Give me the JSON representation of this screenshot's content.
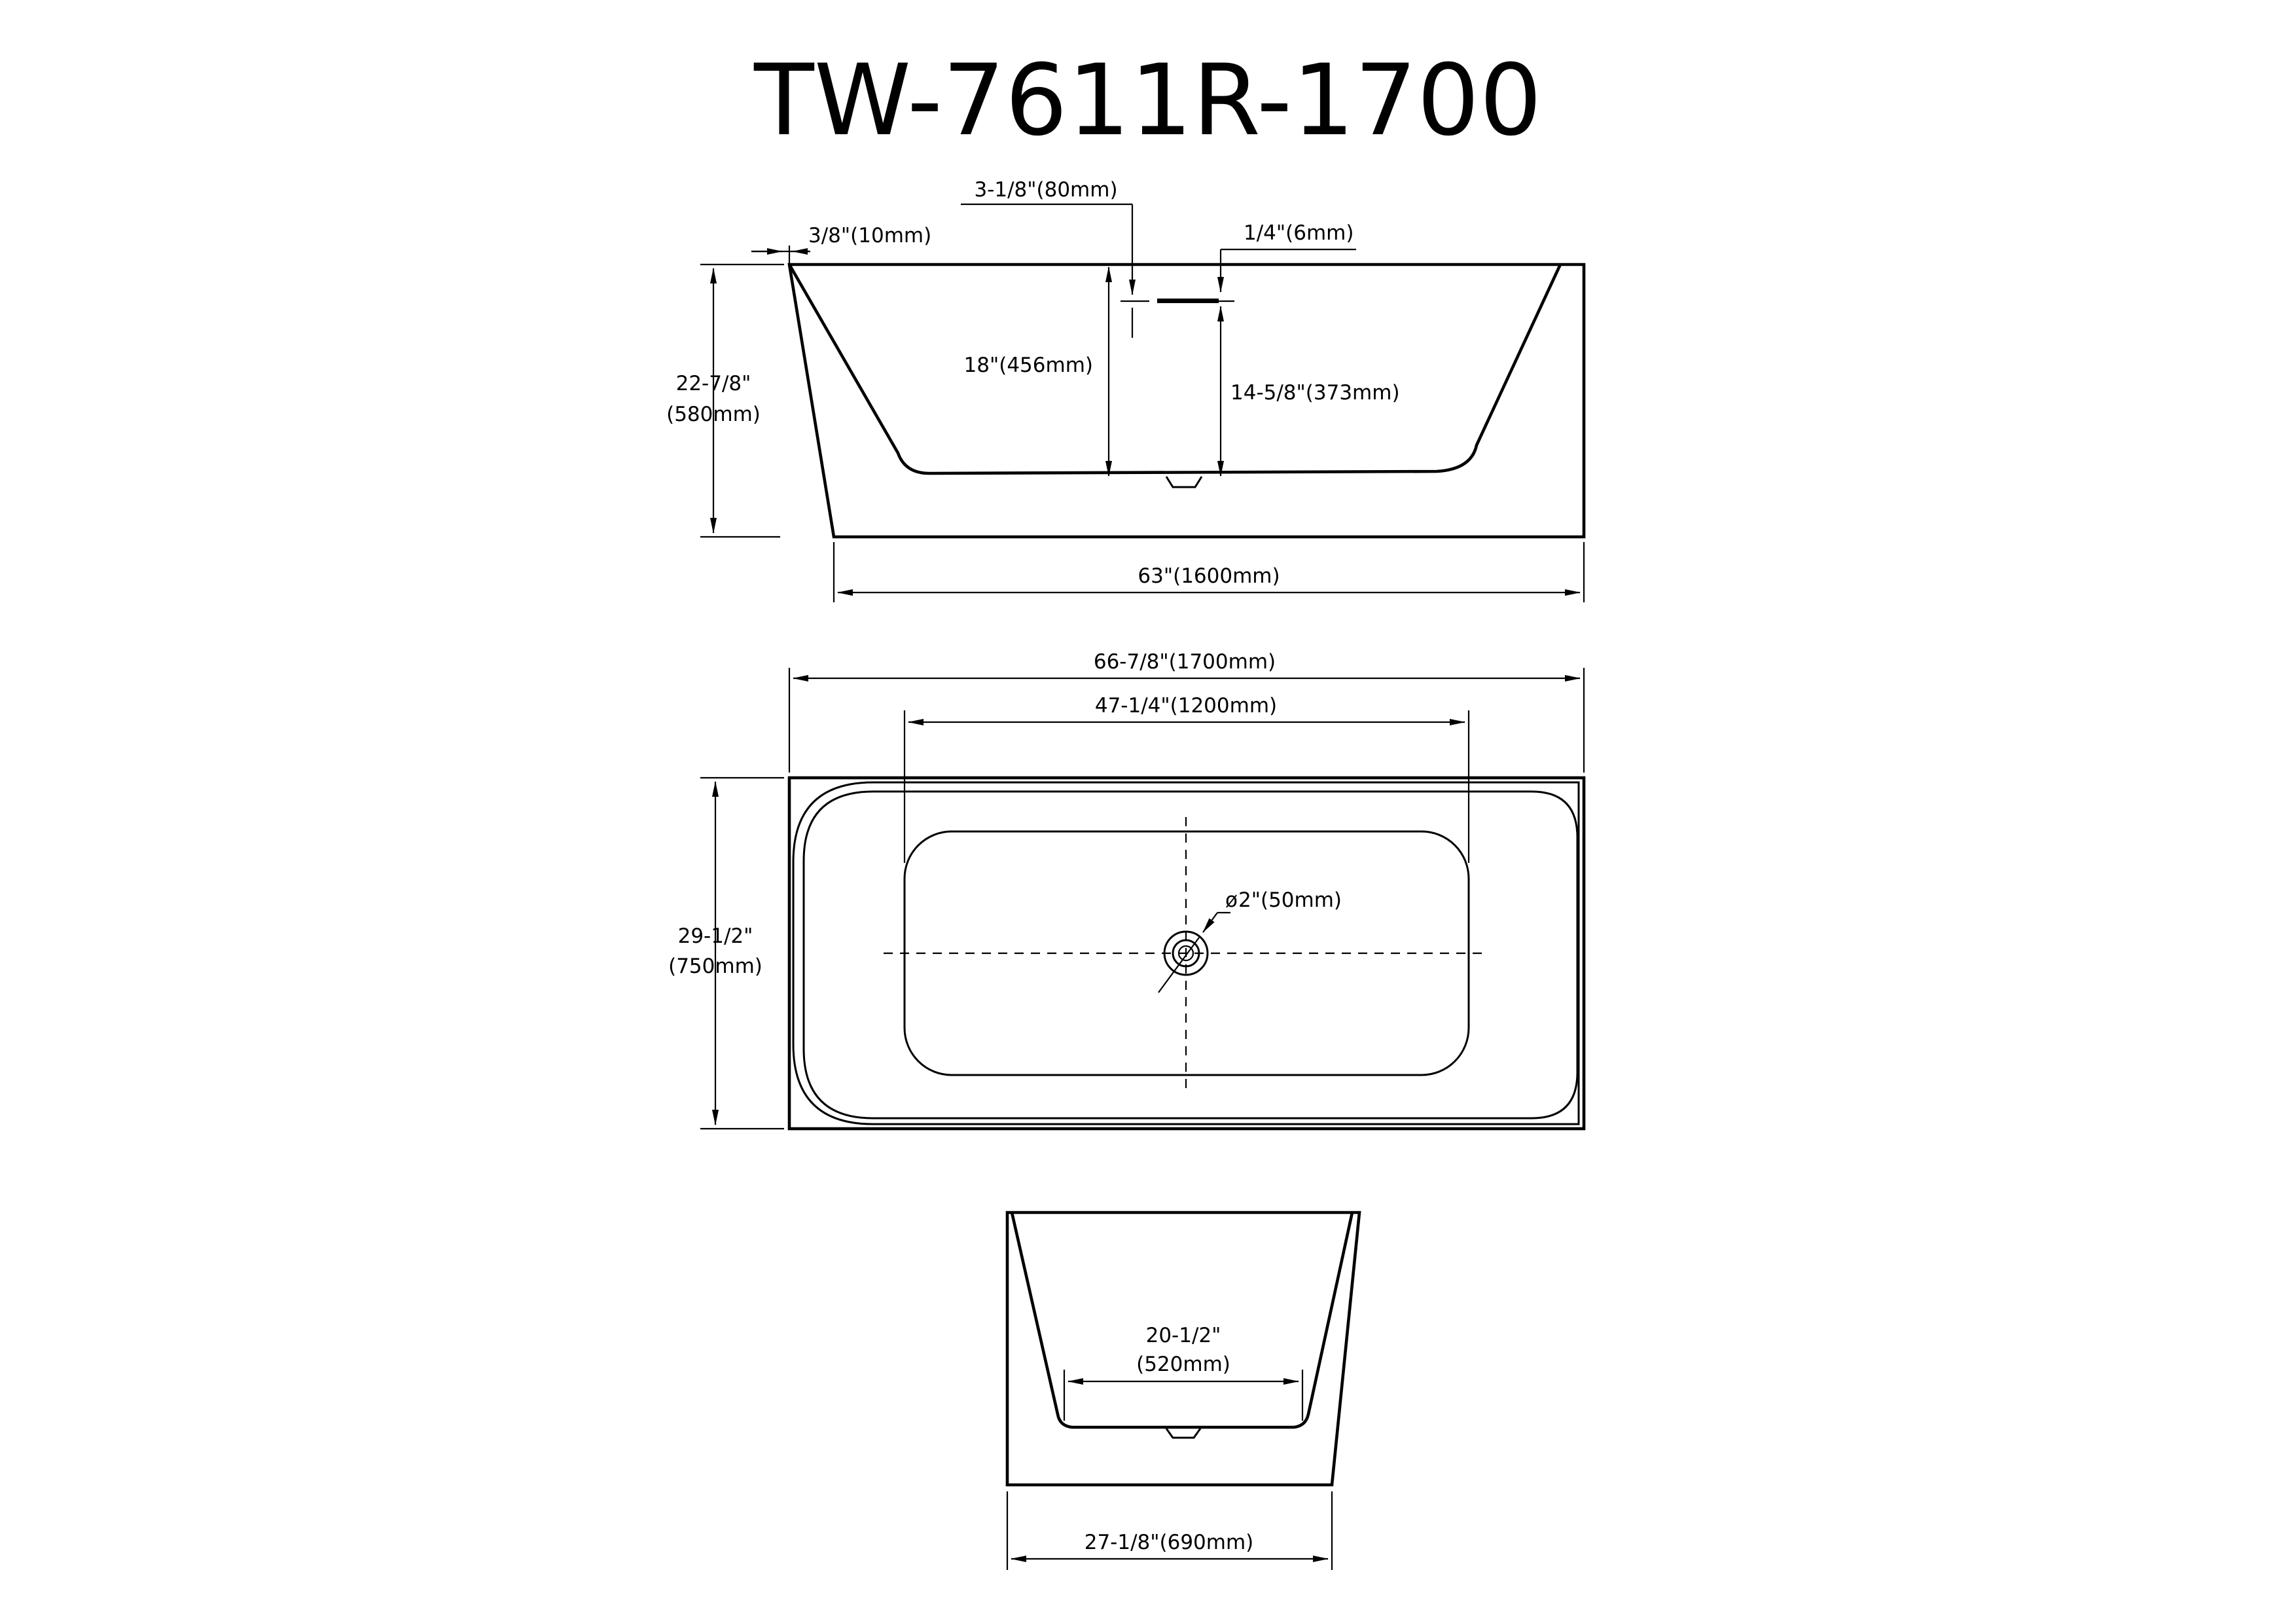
{
  "title": "TW-7611R-1700",
  "side_view": {
    "overflow_offset": "3-1/8\"(80mm)",
    "rim_lip": "3/8\"(10mm)",
    "overflow_slot": "1/4\"(6mm)",
    "overall_height_in": "22-7/8\"",
    "overall_height_mm": "(580mm)",
    "interior_depth": "18\"(456mm)",
    "water_depth": "14-5/8\"(373mm)",
    "base_length": "63\"(1600mm)"
  },
  "top_view": {
    "overall_length": "66-7/8\"(1700mm)",
    "basin_length": "47-1/4\"(1200mm)",
    "width_in": "29-1/2\"",
    "width_mm": "(750mm)",
    "drain_diameter": "2\"(50mm)",
    "diameter_symbol": "ø"
  },
  "end_view": {
    "floor_width_in": "20-1/2\"",
    "floor_width_mm": "(520mm)",
    "base_width": "27-1/8\"(690mm)"
  }
}
